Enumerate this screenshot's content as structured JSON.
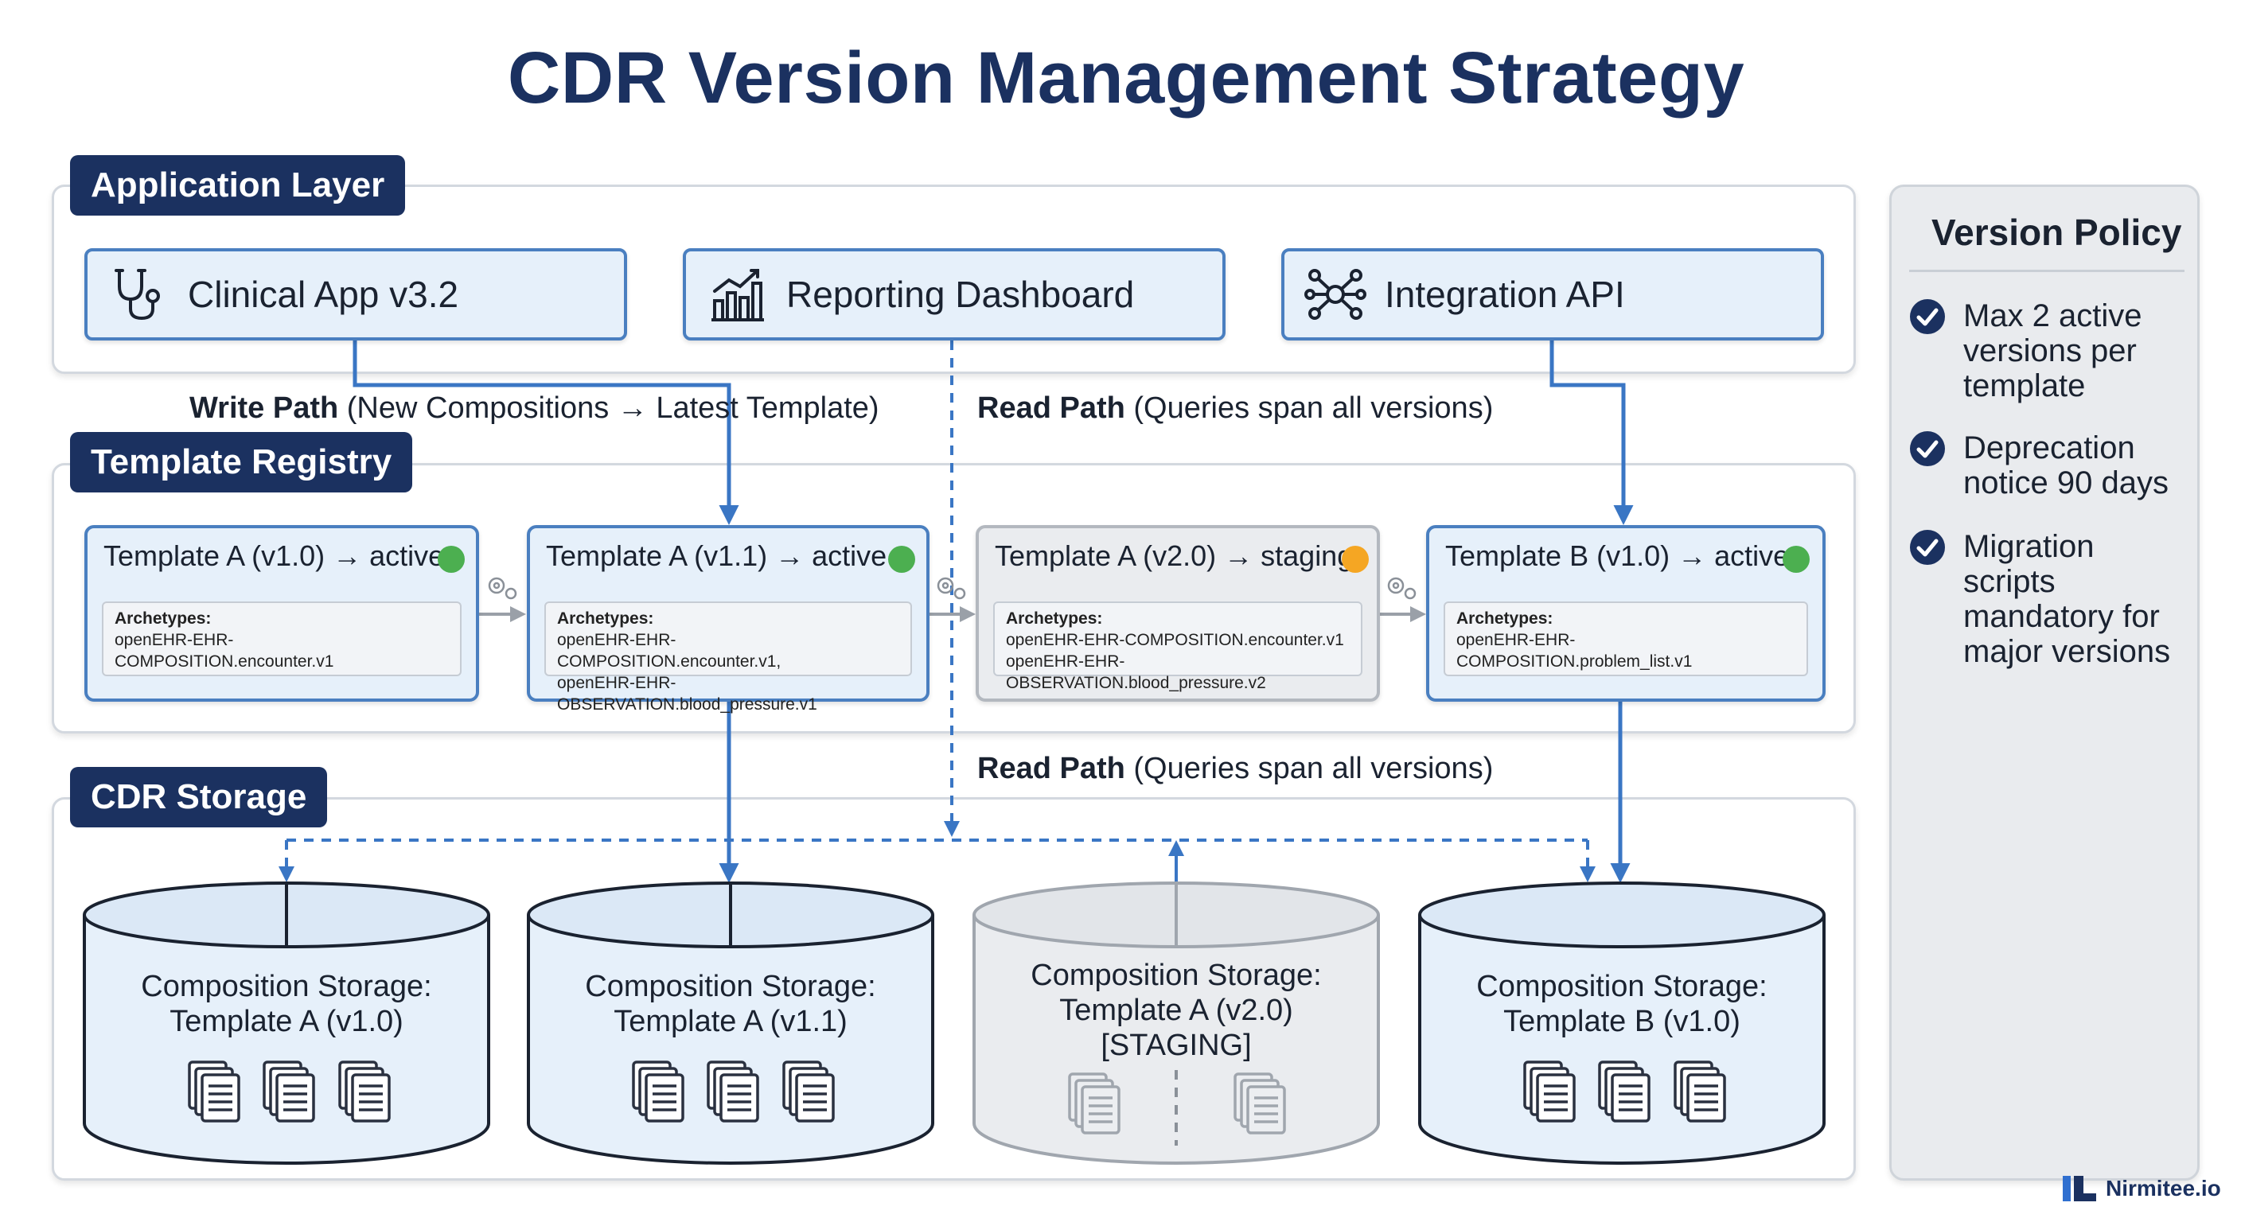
{
  "title": "CDR Version Management Strategy",
  "layers": {
    "application": "Application Layer",
    "registry": "Template Registry",
    "storage": "CDR Storage"
  },
  "apps": [
    {
      "label": "Clinical App v3.2",
      "icon": "stethoscope-icon"
    },
    {
      "label": "Reporting Dashboard",
      "icon": "bar-chart-icon"
    },
    {
      "label": "Integration API",
      "icon": "network-hub-icon"
    }
  ],
  "paths": {
    "write_bold": "Write Path",
    "write_rest": "(New Compositions → Latest Template)",
    "read_bold": "Read Path",
    "read_rest": "(Queries span all versions)"
  },
  "templates": [
    {
      "title": "Template A (v1.0) → active",
      "status": "active",
      "status_color": "#4caf50",
      "archetypes_label": "Archetypes:",
      "archetypes": [
        "openEHR-EHR-COMPOSITION.encounter.v1"
      ]
    },
    {
      "title": "Template A (v1.1) → active",
      "status": "active",
      "status_color": "#4caf50",
      "archetypes_label": "Archetypes:",
      "archetypes": [
        "openEHR-EHR-COMPOSITION.encounter.v1,",
        "openEHR-EHR-OBSERVATION.blood_pressure.v1"
      ]
    },
    {
      "title": "Template A (v2.0) → staging",
      "status": "staging",
      "status_color": "#f5a623",
      "archetypes_label": "Archetypes:",
      "archetypes": [
        "openEHR-EHR-COMPOSITION.encounter.v1",
        "openEHR-EHR-OBSERVATION.blood_pressure.v2"
      ]
    },
    {
      "title": "Template B (v1.0) → active",
      "status": "active",
      "status_color": "#4caf50",
      "archetypes_label": "Archetypes:",
      "archetypes": [
        "openEHR-EHR-COMPOSITION.problem_list.v1"
      ]
    }
  ],
  "storage": [
    {
      "line1": "Composition Storage:",
      "line2": "Template A (v1.0)",
      "line3": ""
    },
    {
      "line1": "Composition Storage:",
      "line2": "Template A (v1.1)",
      "line3": ""
    },
    {
      "line1": "Composition Storage:",
      "line2": "Template A (v2.0)",
      "line3": "[STAGING]"
    },
    {
      "line1": "Composition Storage:",
      "line2": "Template B (v1.0)",
      "line3": ""
    }
  ],
  "policy": {
    "title": "Version Policy",
    "items": [
      "Max 2 active versions per template",
      "Deprecation notice 90 days",
      "Migration scripts mandatory for major versions"
    ]
  },
  "brand": "Nirmitee.io",
  "colors": {
    "navy": "#1b3160",
    "accent_blue": "#3a76c4",
    "box_fill": "#e6f0fa",
    "staging_fill": "#eaecef",
    "active": "#4caf50",
    "staging": "#f5a623"
  }
}
